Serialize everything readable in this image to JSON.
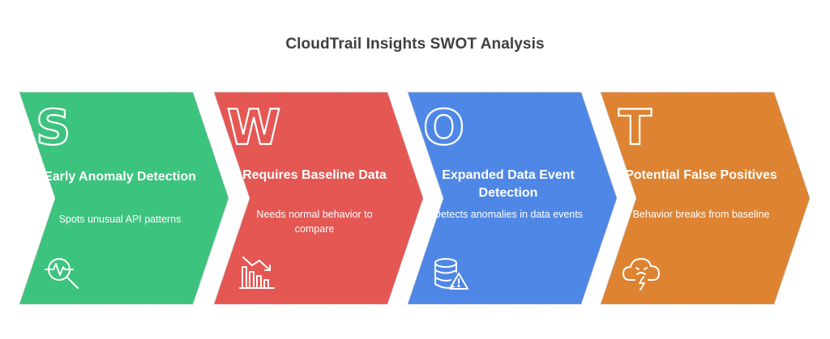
{
  "title": "CloudTrail Insights SWOT Analysis",
  "panels": [
    {
      "letter": "S",
      "heading": "Early Anomaly Detection",
      "description": "Spots unusual API patterns",
      "color": "#3cc37d",
      "icon": "magnifier-pulse-icon"
    },
    {
      "letter": "W",
      "heading": "Requires Baseline Data",
      "description": "Needs normal behavior to compare",
      "color": "#e45753",
      "icon": "declining-bar-chart-icon"
    },
    {
      "letter": "O",
      "heading": "Expanded Data Event Detection",
      "description": "Detects anomalies in data events",
      "color": "#4f87e6",
      "icon": "database-warning-icon"
    },
    {
      "letter": "T",
      "heading": "Potential False Positives",
      "description": "Behavior breaks from baseline",
      "color": "#dd8331",
      "icon": "storm-cloud-icon"
    }
  ]
}
